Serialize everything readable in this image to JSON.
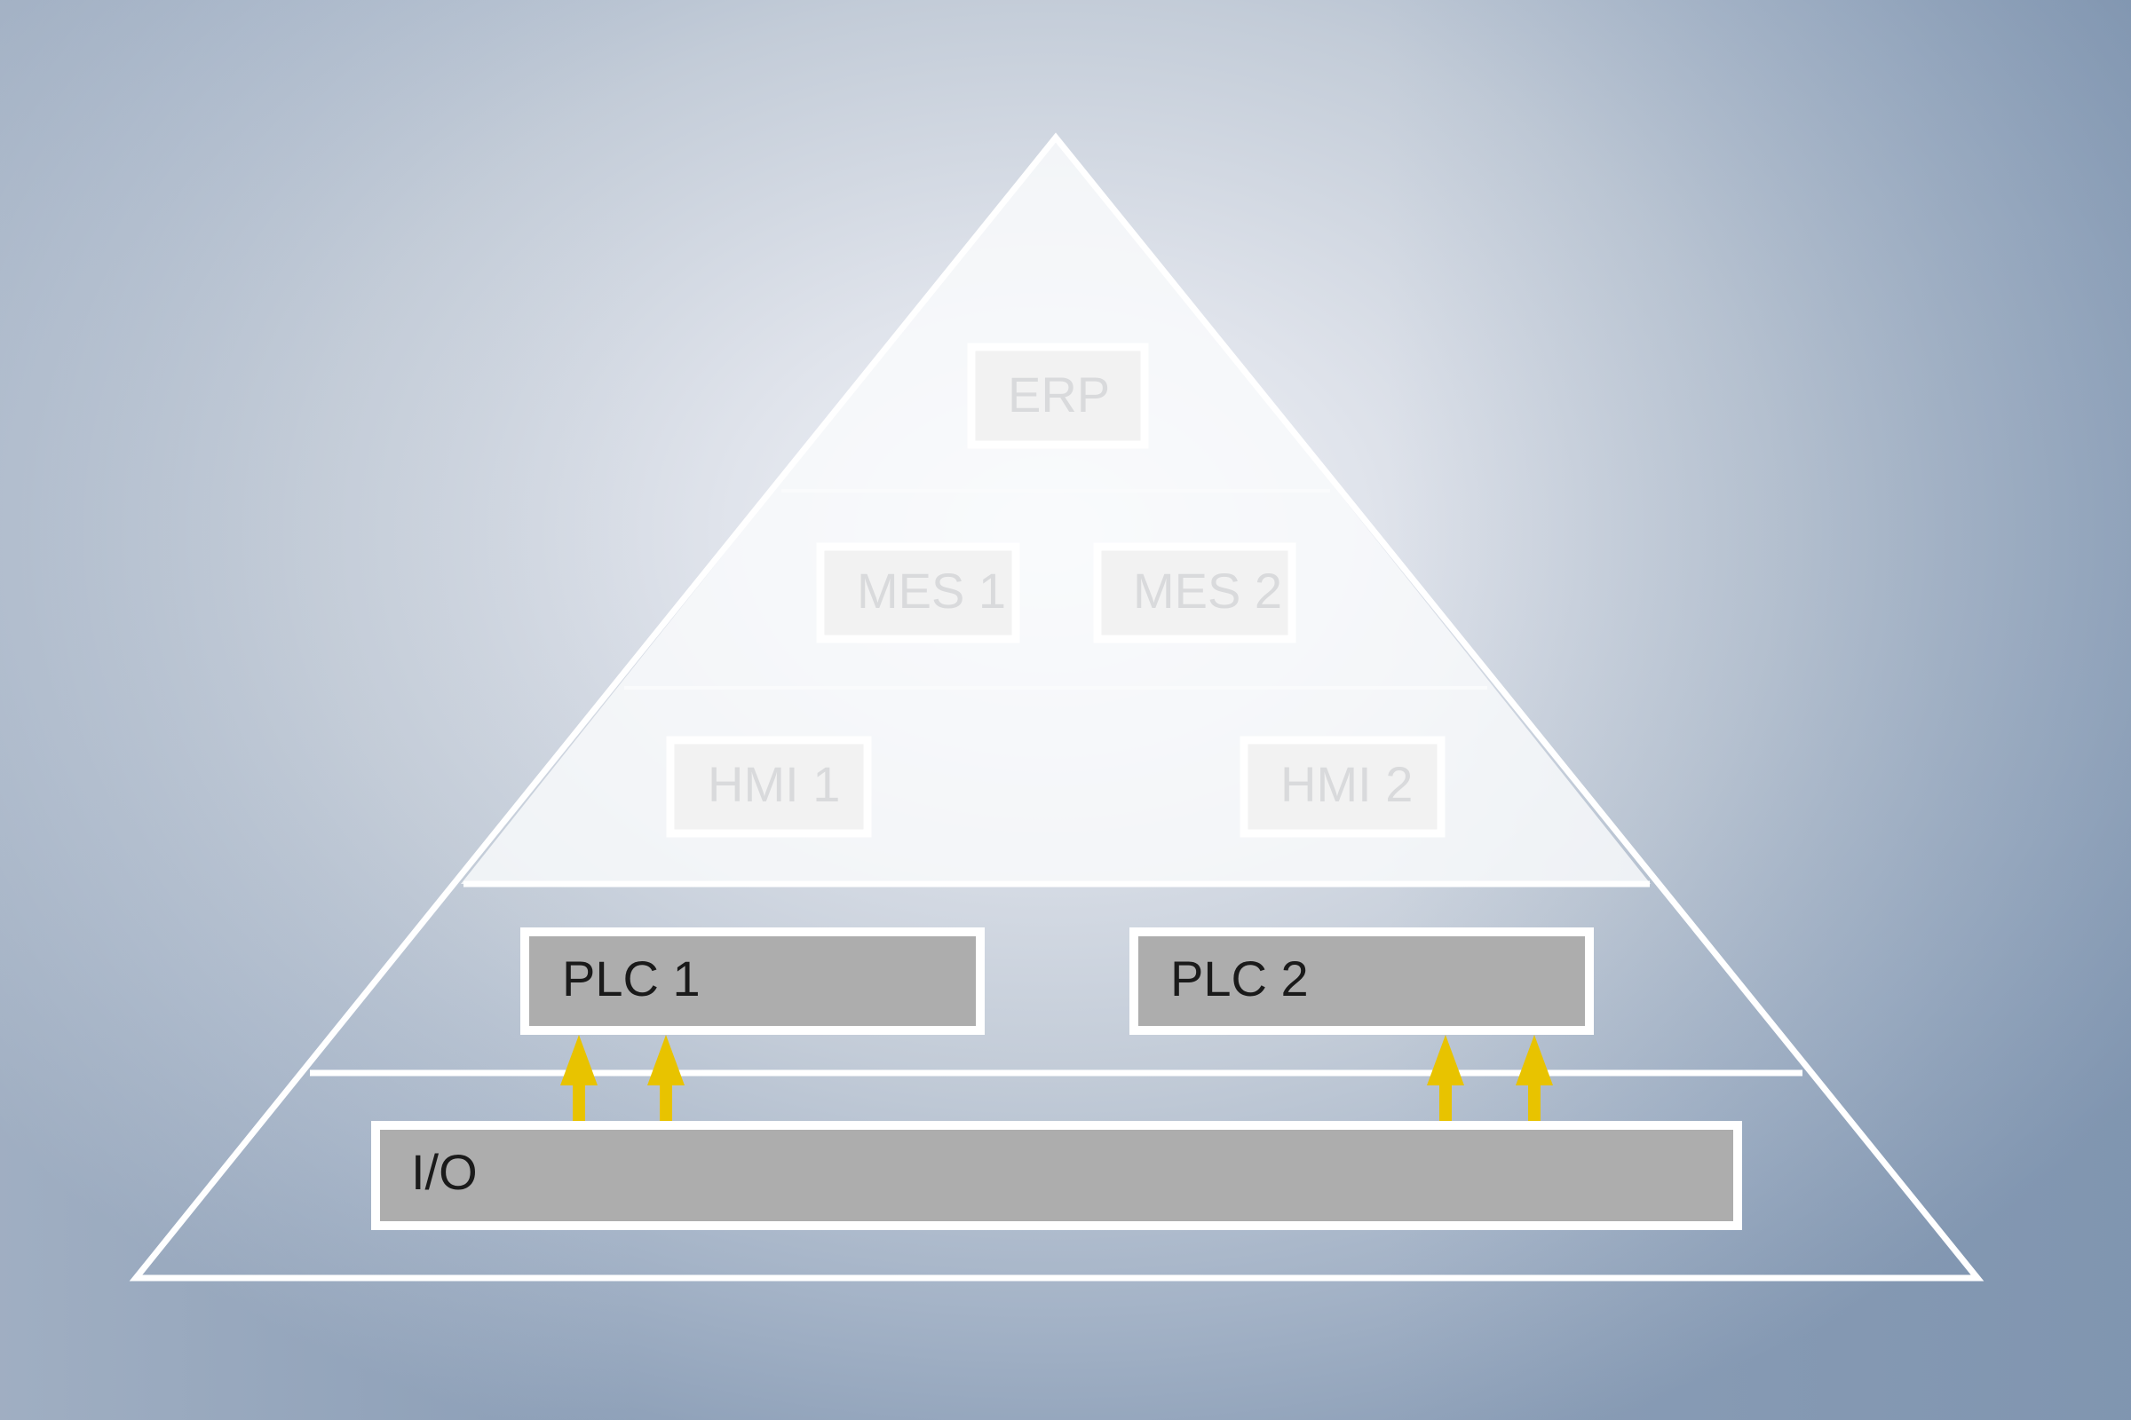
{
  "pyramid": {
    "levels": [
      {
        "name": "ERP",
        "boxes": [
          "ERP"
        ],
        "active": false
      },
      {
        "name": "MES",
        "boxes": [
          "MES 1",
          "MES 2"
        ],
        "active": false
      },
      {
        "name": "HMI",
        "boxes": [
          "HMI 1",
          "HMI 2"
        ],
        "active": false
      },
      {
        "name": "PLC",
        "boxes": [
          "PLC 1",
          "PLC 2"
        ],
        "active": true
      },
      {
        "name": "I/O",
        "boxes": [
          "I/O"
        ],
        "active": true
      }
    ]
  },
  "colors": {
    "arrow": "#e8c300",
    "active_box": "#adadad",
    "inactive_box": "#f2f2f2",
    "outline": "#ffffff"
  }
}
